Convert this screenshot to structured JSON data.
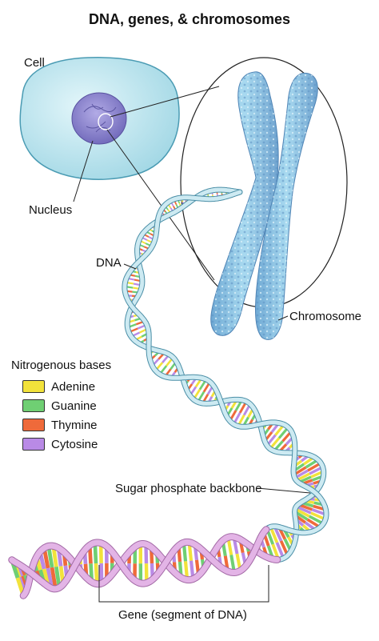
{
  "title": "DNA, genes, & chromosomes",
  "labels": {
    "cell": "Cell",
    "nucleus": "Nucleus",
    "dna": "DNA",
    "chromosome": "Chromosome",
    "backbone": "Sugar phosphate backbone",
    "gene": "Gene (segment of DNA)"
  },
  "legend": {
    "title": "Nitrogenous bases",
    "items": [
      {
        "name": "Adenine",
        "color": "#f2e23b"
      },
      {
        "name": "Guanine",
        "color": "#6fcf73"
      },
      {
        "name": "Thymine",
        "color": "#ef6a3a"
      },
      {
        "name": "Cytosine",
        "color": "#b98ae6"
      }
    ]
  },
  "colors": {
    "cell": "#bfe7f0",
    "nucleus": "#8d86cf",
    "chromosome": "#8ec8e6",
    "backbone": "#cdeaf2",
    "gene_backbone": "#e3b4e6"
  }
}
